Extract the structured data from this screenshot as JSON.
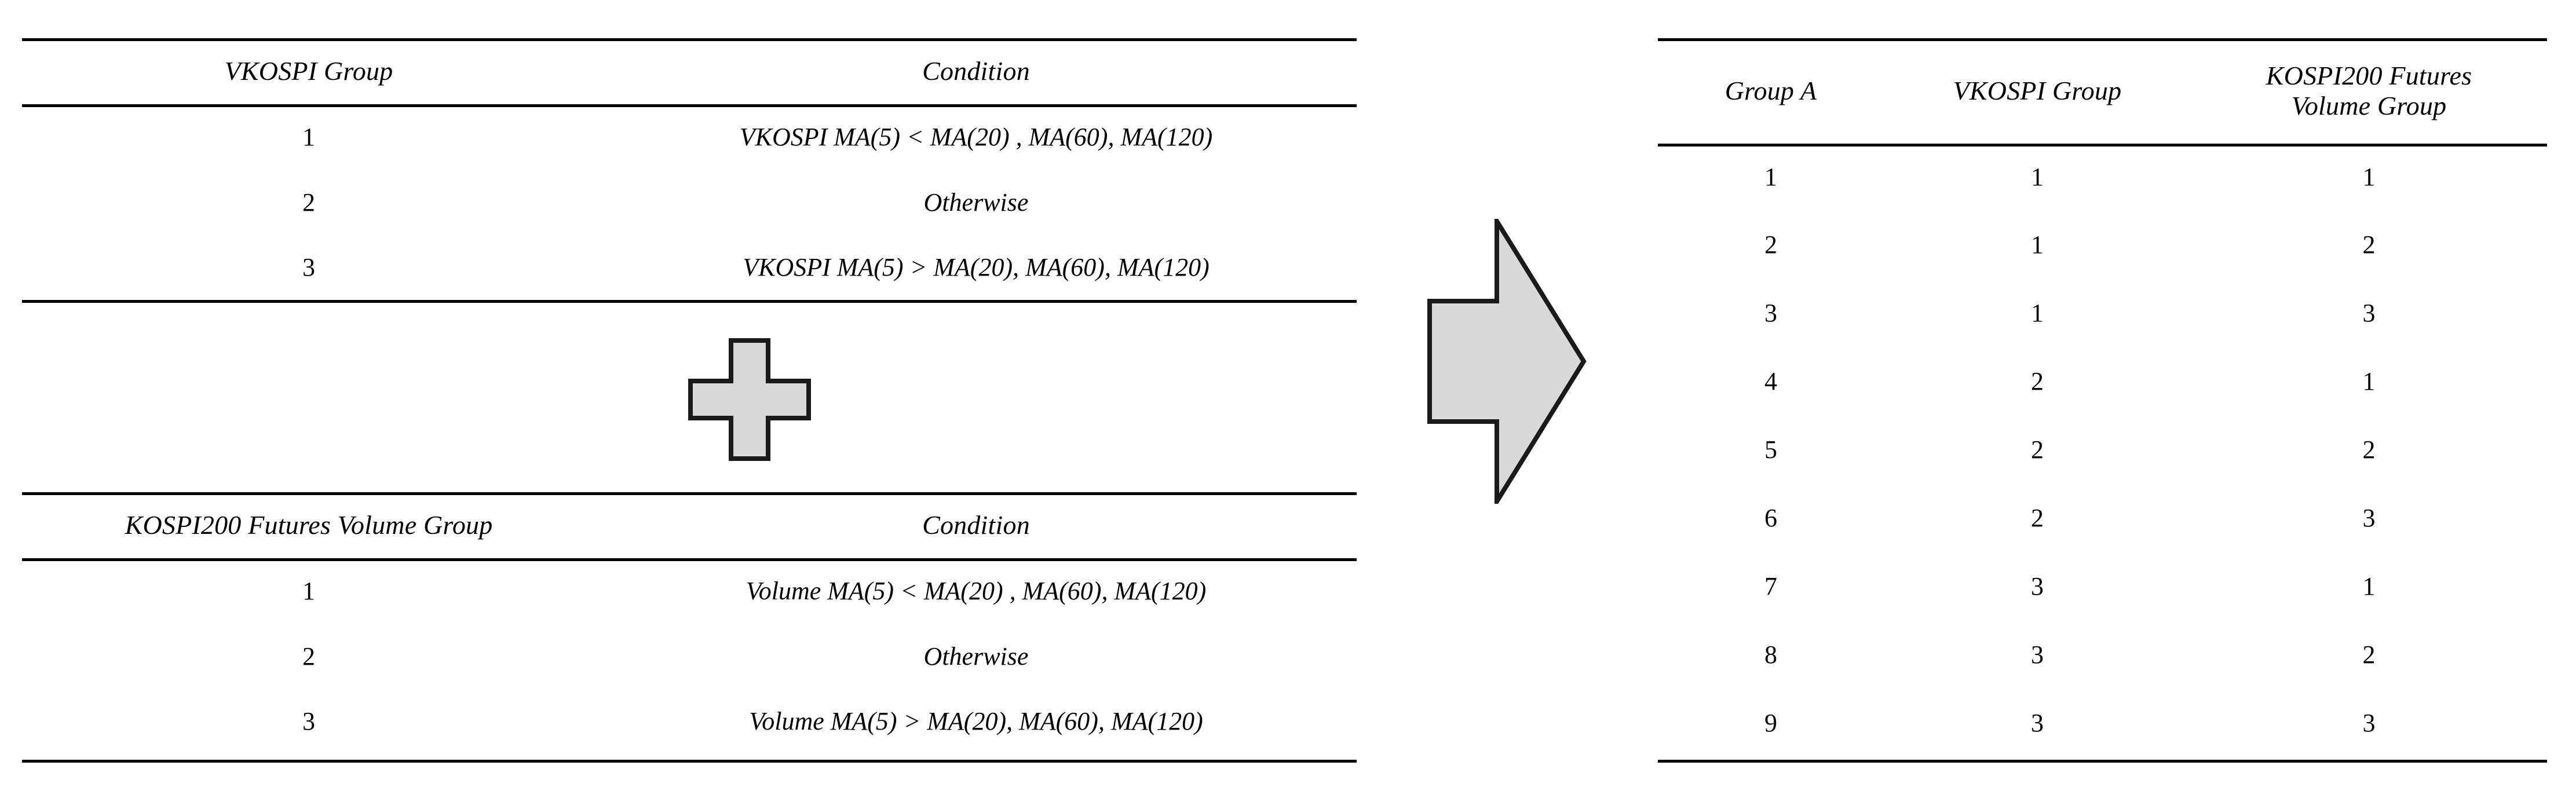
{
  "figure": {
    "background_color": "#ffffff",
    "rule_color": "#000000",
    "shape_fill_color": "#d9d9d9",
    "shape_stroke_color": "#1a1a1a"
  },
  "left_table_1": {
    "name": "VKOSPI Group definition table",
    "headers": [
      "VKOSPI Group",
      "Condition"
    ],
    "rows": [
      {
        "group": "1",
        "condition": "VKOSPI MA(5) < MA(20) , MA(60), MA(120)"
      },
      {
        "group": "2",
        "condition": "Otherwise"
      },
      {
        "group": "3",
        "condition": "VKOSPI MA(5) > MA(20), MA(60), MA(120)"
      }
    ]
  },
  "left_table_2": {
    "name": "KOSPI200 Futures Volume Group definition table",
    "headers": [
      "KOSPI200 Futures Volume Group",
      "Condition"
    ],
    "rows": [
      {
        "group": "1",
        "condition": "Volume MA(5) < MA(20) , MA(60), MA(120)"
      },
      {
        "group": "2",
        "condition": "Otherwise"
      },
      {
        "group": "3",
        "condition": "Volume MA(5) > MA(20), MA(60), MA(120)"
      }
    ]
  },
  "right_table": {
    "name": "Group A combination table",
    "headers": [
      "Group A",
      "VKOSPI Group",
      "KOSPI200 Futures\nVolume Group"
    ],
    "header_lines": {
      "col3_line1": "KOSPI200 Futures",
      "col3_line2": "Volume Group"
    },
    "rows": [
      {
        "group_a": "1",
        "vkospi_group": "1",
        "volume_group": "1"
      },
      {
        "group_a": "2",
        "vkospi_group": "1",
        "volume_group": "2"
      },
      {
        "group_a": "3",
        "vkospi_group": "1",
        "volume_group": "3"
      },
      {
        "group_a": "4",
        "vkospi_group": "2",
        "volume_group": "1"
      },
      {
        "group_a": "5",
        "vkospi_group": "2",
        "volume_group": "2"
      },
      {
        "group_a": "6",
        "vkospi_group": "2",
        "volume_group": "3"
      },
      {
        "group_a": "7",
        "vkospi_group": "3",
        "volume_group": "1"
      },
      {
        "group_a": "8",
        "vkospi_group": "3",
        "volume_group": "2"
      },
      {
        "group_a": "9",
        "vkospi_group": "3",
        "volume_group": "3"
      }
    ]
  },
  "shapes": {
    "plus": {
      "icon": "plus-icon",
      "meaning": "combine"
    },
    "arrow": {
      "icon": "right-arrow-icon",
      "meaning": "results in"
    }
  }
}
